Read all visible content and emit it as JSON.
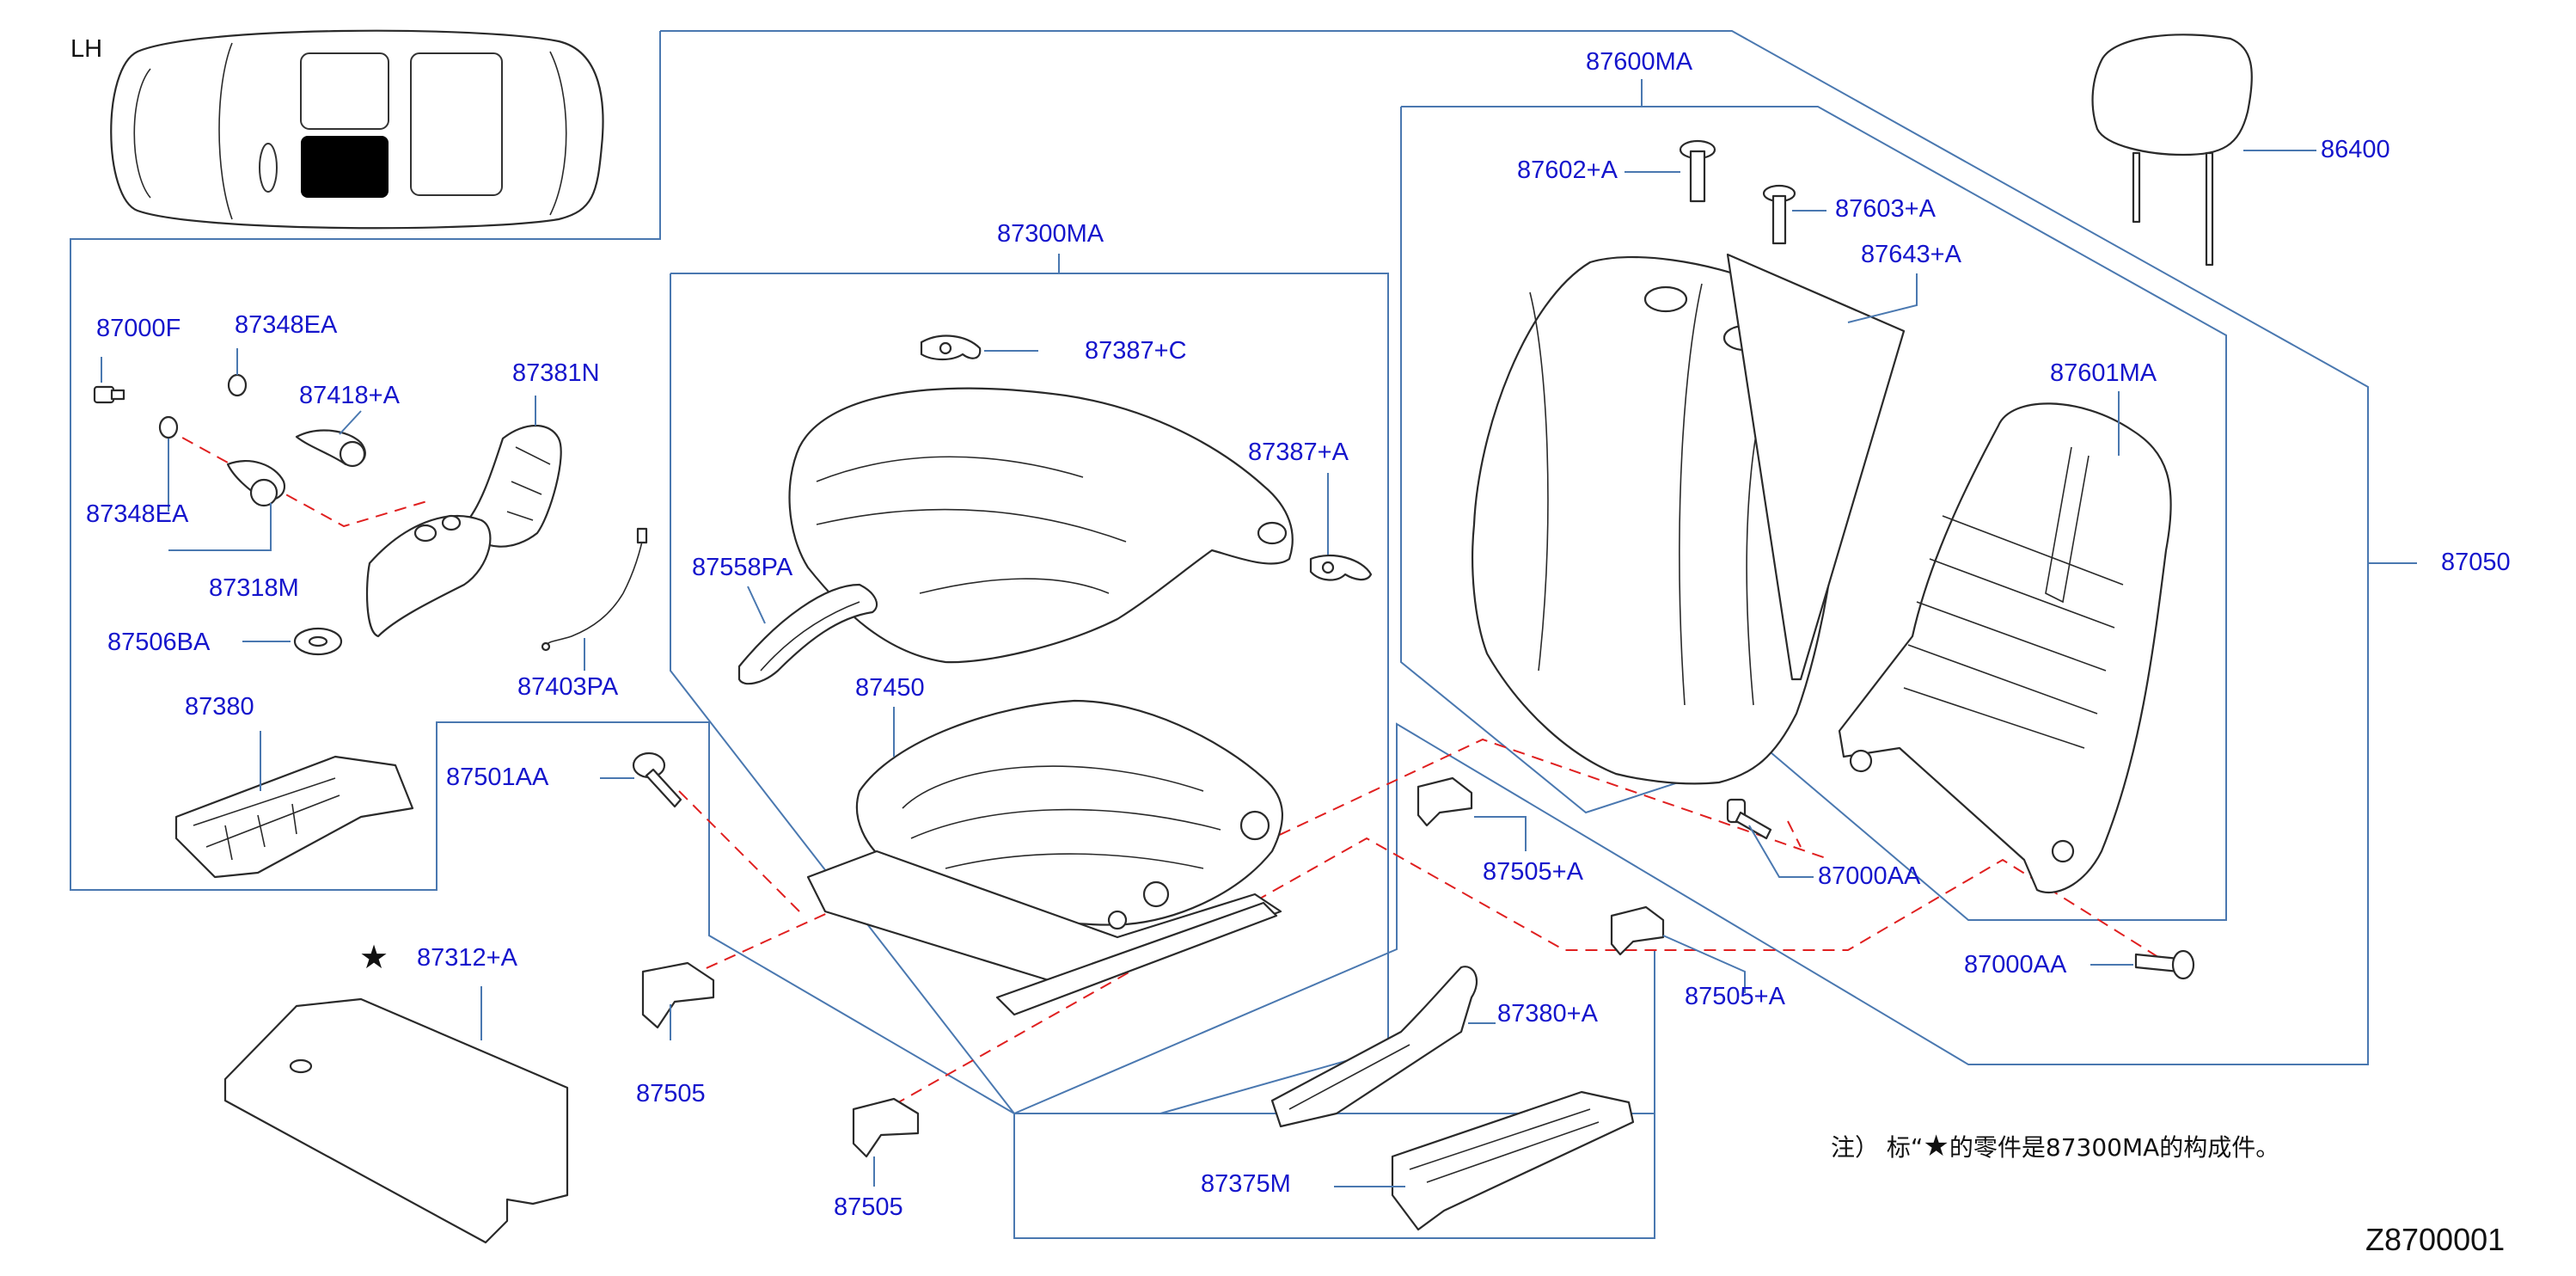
{
  "diagram": {
    "side_label": "LH",
    "drawing_code": "Z8700001",
    "note": {
      "prefix": "注） 标“",
      "star": "★",
      "text": "的零件是87300MA的构成件。"
    },
    "star_marker": "★",
    "parts": {
      "p87000F": "87000F",
      "p87348EA_top": "87348EA",
      "p87418A": "87418+A",
      "p87381N": "87381N",
      "p87348EA_bottom": "87348EA",
      "p87318M": "87318M",
      "p87506BA": "87506BA",
      "p87403PA": "87403PA",
      "p87380": "87380",
      "p87501AA": "87501AA",
      "p87312A": "87312+A",
      "p87300MA": "87300MA",
      "p87387C": "87387+C",
      "p87387A": "87387+A",
      "p87558PA": "87558PA",
      "p87450": "87450",
      "p87505_left": "87505",
      "p87505_bottom": "87505",
      "p87380A": "87380+A",
      "p87375M": "87375M",
      "p87600MA": "87600MA",
      "p87602A": "87602+A",
      "p87603A": "87603+A",
      "p87643A": "87643+A",
      "p87601MA": "87601MA",
      "p86400": "86400",
      "p87050": "87050",
      "p87505A_upper": "87505+A",
      "p87505A_lower": "87505+A",
      "p87000AA_upper": "87000AA",
      "p87000AA_lower": "87000AA"
    }
  }
}
